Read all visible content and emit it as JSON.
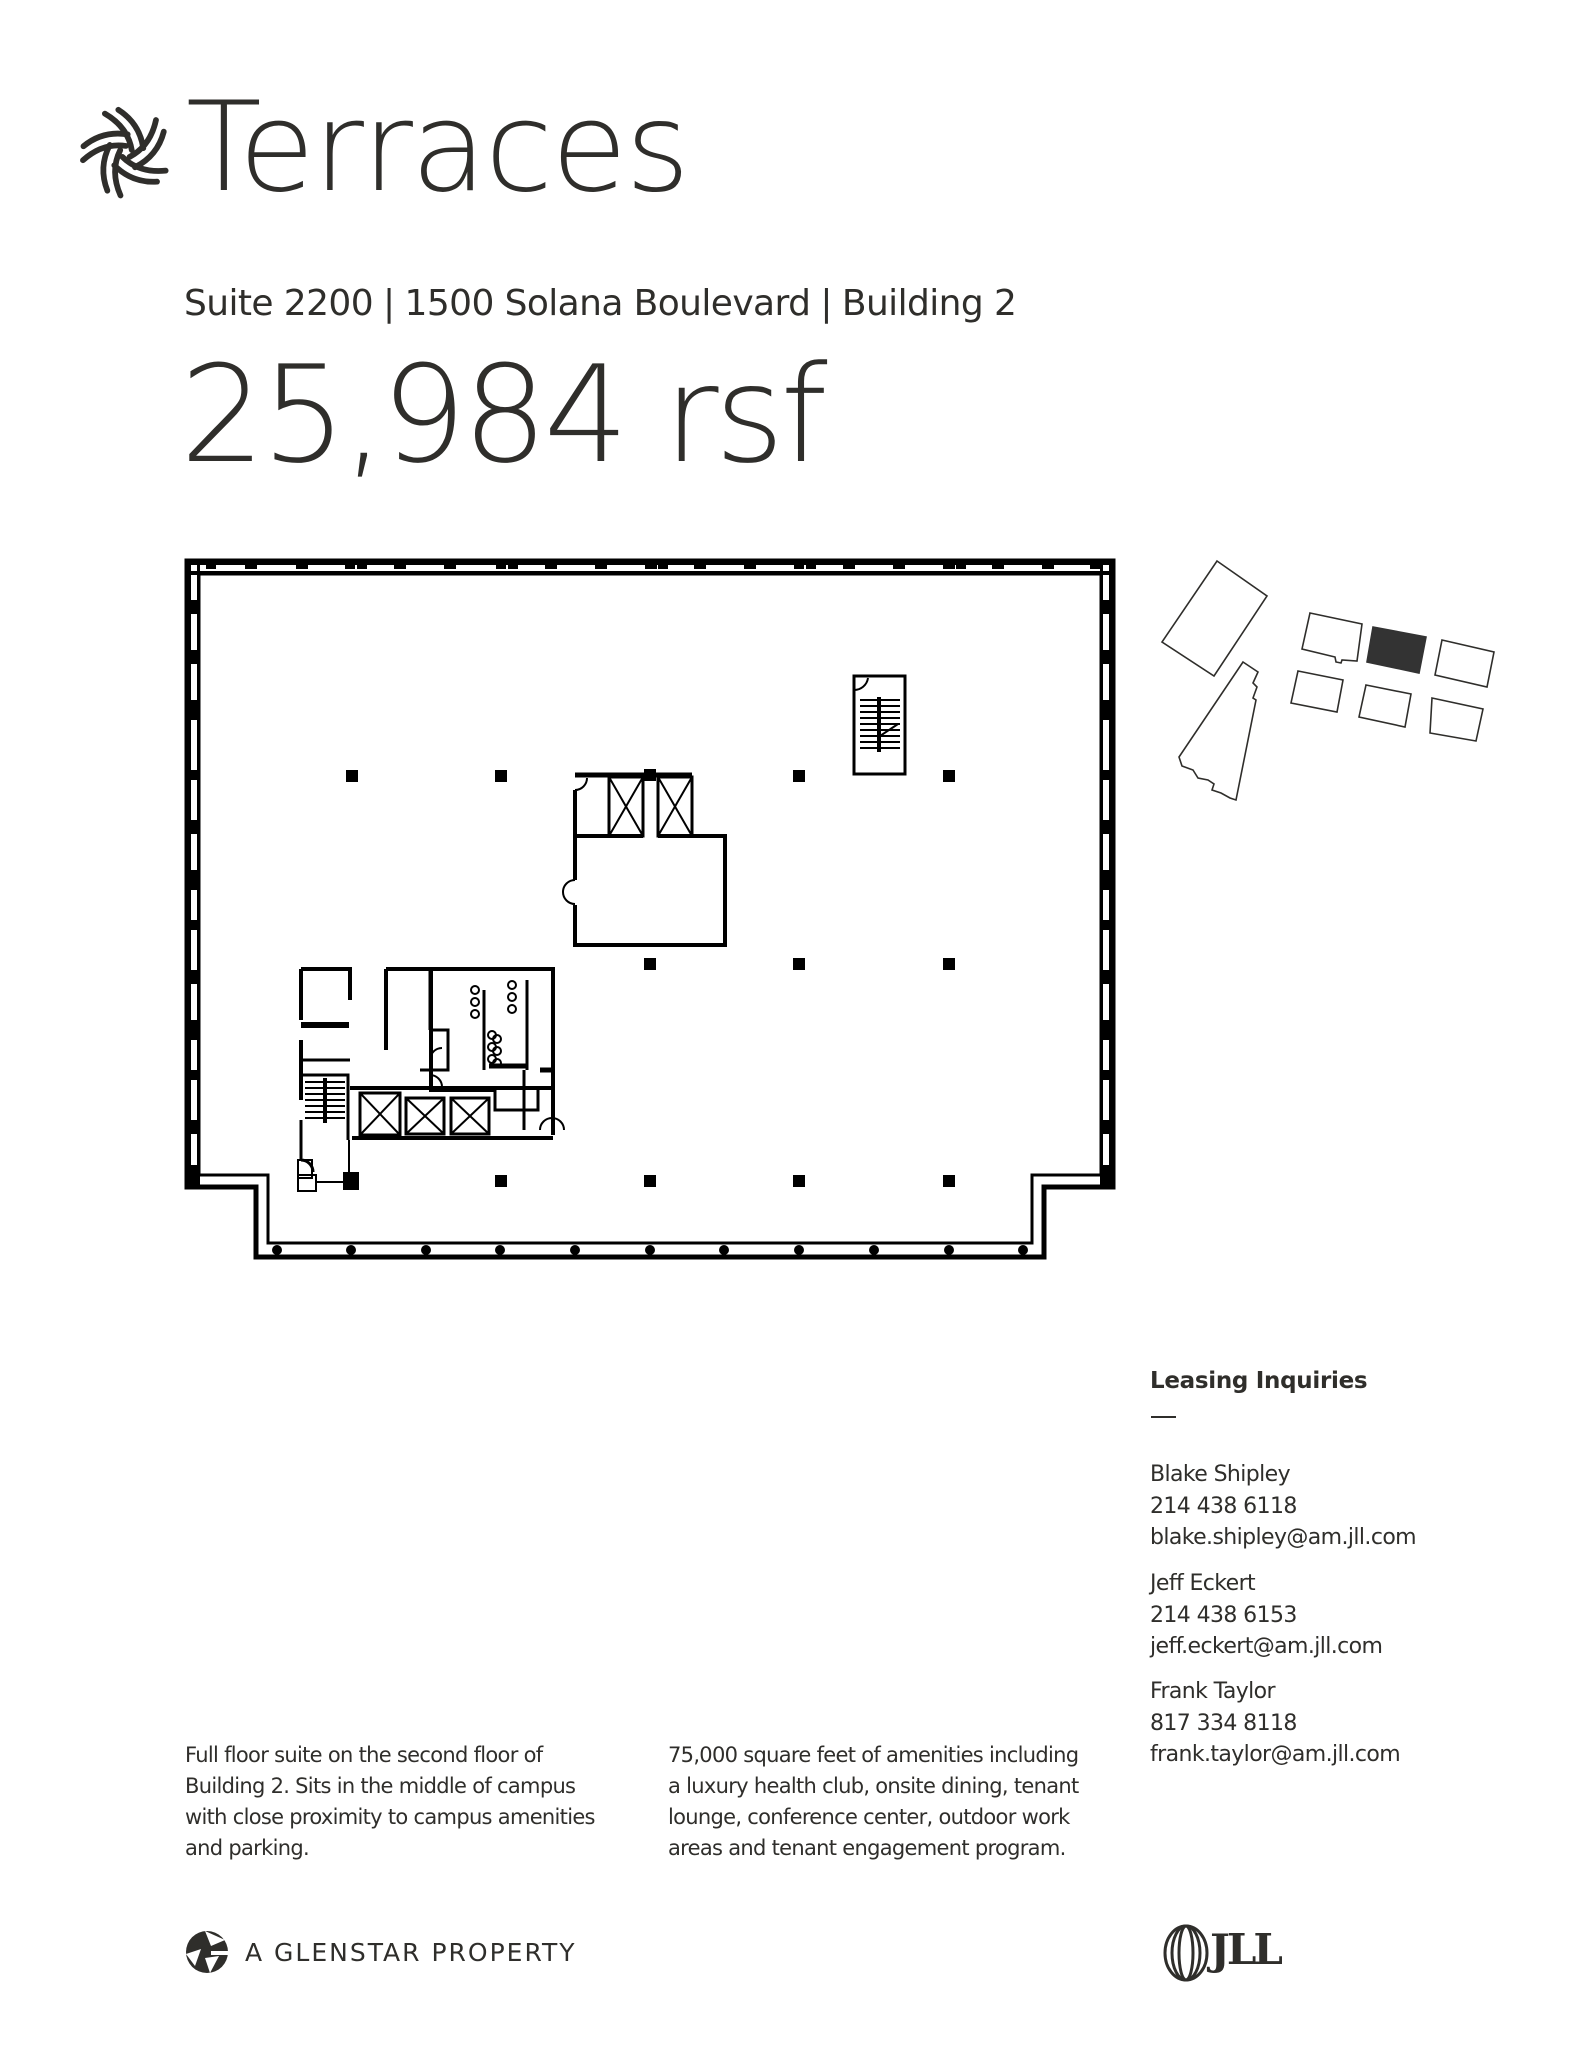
{
  "brand": {
    "name": "Terraces",
    "mark_icon": "terraces-swirl-logo-icon"
  },
  "header": {
    "suite": "Suite 2200",
    "separator": "|",
    "address": "1500 Solana Boulevard",
    "building": "Building 2",
    "area": "25,984 rsf"
  },
  "floor_plan": {
    "label": "Suite 2200 floor plan",
    "highlight_color": "#000000"
  },
  "site_plan": {
    "label": "Campus site plan",
    "highlighted_building": "Building 2",
    "highlight_color": "#333333"
  },
  "leasing": {
    "title": "Leasing Inquiries",
    "contacts": [
      {
        "name": "Blake Shipley",
        "phone": "214 438 6118",
        "email": "blake.shipley@am.jll.com"
      },
      {
        "name": "Jeff Eckert",
        "phone": "214 438 6153",
        "email": "jeff.eckert@am.jll.com"
      },
      {
        "name": "Frank Taylor",
        "phone": "817 334 8118",
        "email": "frank.taylor@am.jll.com"
      }
    ]
  },
  "description": {
    "left": [
      "Full floor suite on the second floor of",
      "Building 2. Sits in the middle of campus",
      "with close proximity  to campus amenities",
      "and parking."
    ],
    "right": [
      "75,000 square feet of amenities including",
      "a luxury health club, onsite dining, tenant",
      "lounge, conference center, outdoor work",
      "areas and tenant engagement program."
    ]
  },
  "footer": {
    "glenstar_label": "A GLENSTAR PROPERTY",
    "glenstar_icon": "glenstar-logo-icon",
    "jll_label": "JLL",
    "jll_icon": "jll-logo-icon"
  }
}
